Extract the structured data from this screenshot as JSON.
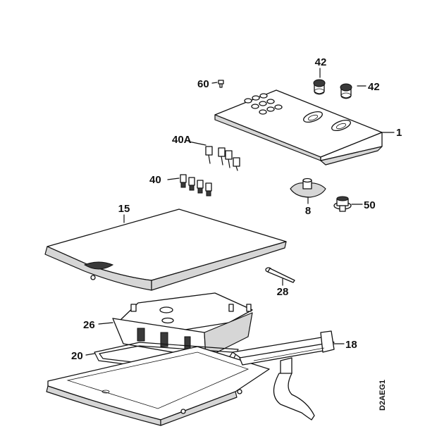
{
  "callouts": {
    "c42a": "42",
    "c42b": "42",
    "c60": "60",
    "c1": "1",
    "c40a": "40A",
    "c40": "40",
    "c8": "8",
    "c50": "50",
    "c15": "15",
    "c28": "28",
    "c26": "26",
    "c18": "18",
    "c20": "20"
  },
  "drawing_code": "D2AEG1"
}
